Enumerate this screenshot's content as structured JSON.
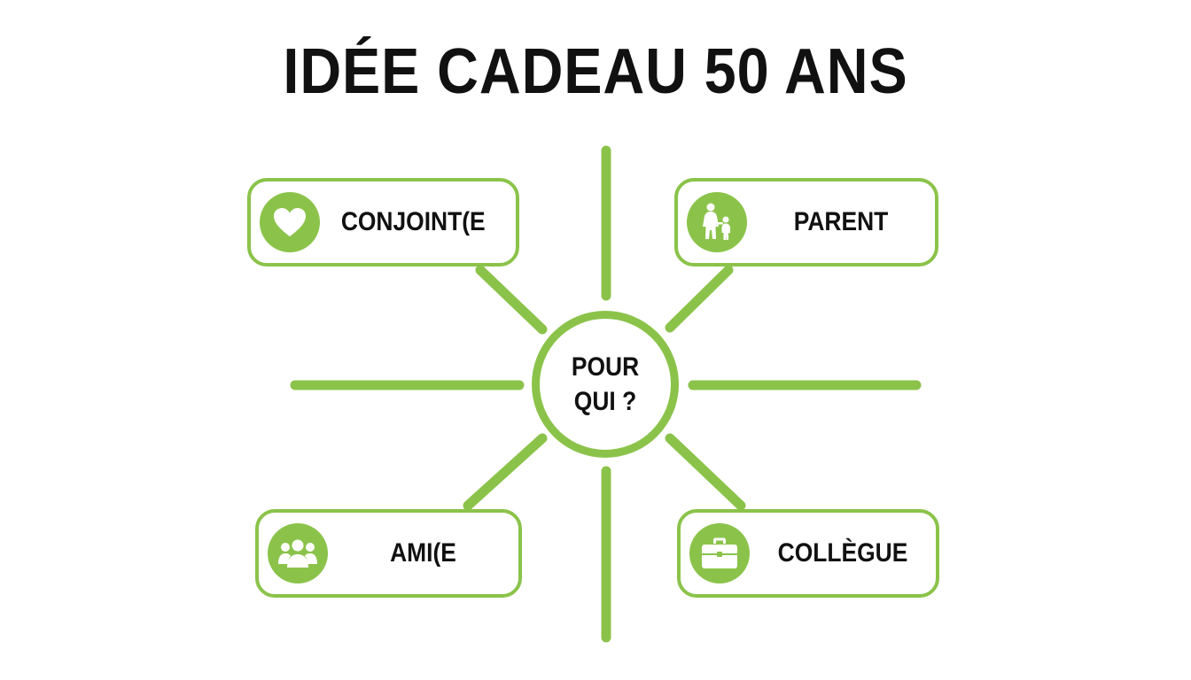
{
  "title": "IDÉE CADEAU 50 ANS",
  "hub": {
    "line1": "POUR",
    "line2": "QUI ?"
  },
  "cards": {
    "conjoint": {
      "label": "CONJOINT(E",
      "icon": "heart-icon"
    },
    "parent": {
      "label": "PARENT",
      "icon": "parent-child-icon"
    },
    "ami": {
      "label": "AMI(E",
      "icon": "group-icon"
    },
    "collegue": {
      "label": "COLLÈGUE",
      "icon": "briefcase-icon"
    }
  },
  "colors": {
    "accent": "#8bc34a",
    "text": "#111111",
    "background": "#ffffff"
  }
}
